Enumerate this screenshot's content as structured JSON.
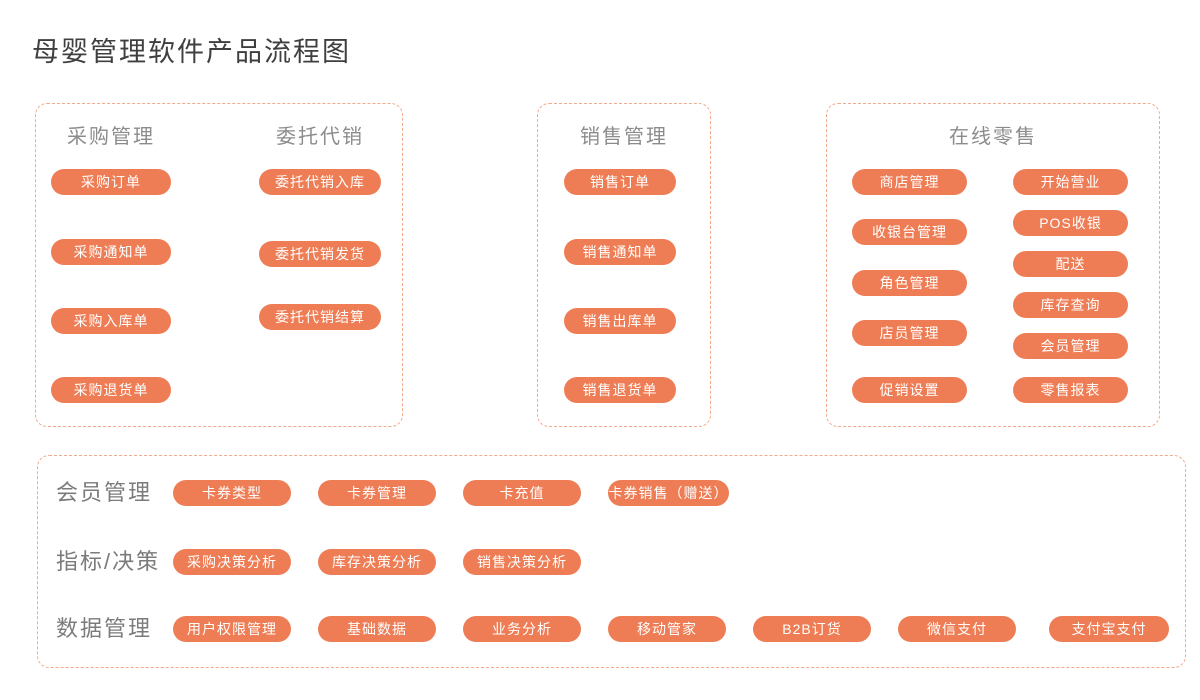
{
  "title": "母婴管理软件产品流程图",
  "colors": {
    "pill_bg": "#ee7d55",
    "pill_text": "#ffffff",
    "panel_border": "#f3a98a",
    "section_header_text": "#8c8c8c",
    "row_label_text": "#7b7b7b",
    "title_text": "#3f3f3f",
    "background": "#ffffff"
  },
  "panel_purchase": {
    "header_purchase": "采购管理",
    "header_consignment": "委托代销",
    "purchase_items": [
      "采购订单",
      "采购通知单",
      "采购入库单",
      "采购退货单"
    ],
    "consignment_items": [
      "委托代销入库",
      "委托代销发货",
      "委托代销结算"
    ]
  },
  "panel_sales": {
    "header": "销售管理",
    "items": [
      "销售订单",
      "销售通知单",
      "销售出库单",
      "销售退货单"
    ]
  },
  "panel_retail": {
    "header": "在线零售",
    "left_items": [
      "商店管理",
      "收银台管理",
      "角色管理",
      "店员管理",
      "促销设置"
    ],
    "right_items": [
      "开始营业",
      "POS收银",
      "配送",
      "库存查询",
      "会员管理",
      "零售报表"
    ]
  },
  "panel_bottom": {
    "rows": [
      {
        "label": "会员管理",
        "items": [
          "卡券类型",
          "卡券管理",
          "卡充值",
          "卡券销售（赠送）"
        ]
      },
      {
        "label": "指标/决策",
        "items": [
          "采购决策分析",
          "库存决策分析",
          "销售决策分析"
        ]
      },
      {
        "label": "数据管理",
        "items": [
          "用户权限管理",
          "基础数据",
          "业务分析",
          "移动管家",
          "B2B订货",
          "微信支付",
          "支付宝支付"
        ]
      }
    ]
  }
}
